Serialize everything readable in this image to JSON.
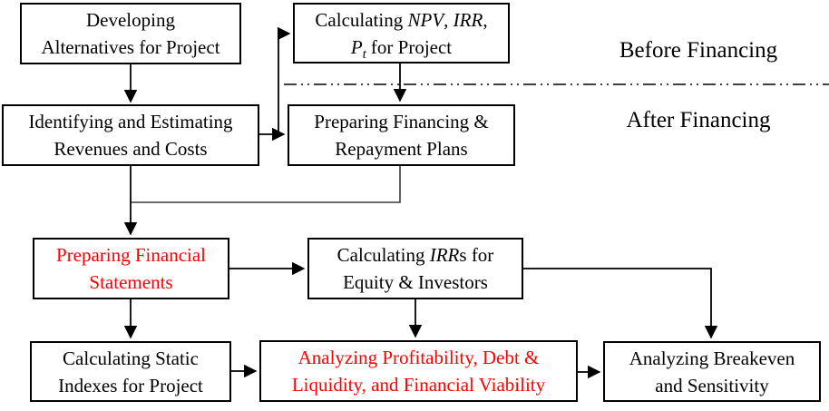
{
  "diagram": {
    "colors": {
      "box_border": "#000000",
      "text": "#000000",
      "highlight": "#ff0000",
      "background": "#ffffff"
    },
    "labels": {
      "before_financing": "Before Financing",
      "after_financing": "After Financing"
    },
    "boxes": {
      "developing": {
        "line1": "Developing",
        "line2": "Alternatives for Project"
      },
      "calc_npv": {
        "prefix": "Calculating ",
        "npv": "NPV",
        "sep1": ", ",
        "irr": "IRR",
        "sep2": ",",
        "p": "P",
        "p_sub": "t",
        "suffix": " for Project"
      },
      "identifying": {
        "line1": "Identifying and Estimating",
        "line2": "Revenues and Costs"
      },
      "preparing_financing": {
        "line1": "Preparing Financing &",
        "line2": "Repayment Plans"
      },
      "preparing_statements": {
        "line1": "Preparing Financial",
        "line2": "Statements"
      },
      "calc_irrs": {
        "prefix": "Calculating ",
        "irr": "IRR",
        "suffix": "s for",
        "line2": "Equity & Investors"
      },
      "calc_static": {
        "line1": "Calculating Static",
        "line2": "Indexes for Project"
      },
      "analyzing_profitability": {
        "line1": "Analyzing Profitability, Debt &",
        "line2": "Liquidity, and Financial Viability"
      },
      "analyzing_breakeven": {
        "line1": "Analyzing Breakeven",
        "line2": "and Sensitivity"
      }
    }
  }
}
